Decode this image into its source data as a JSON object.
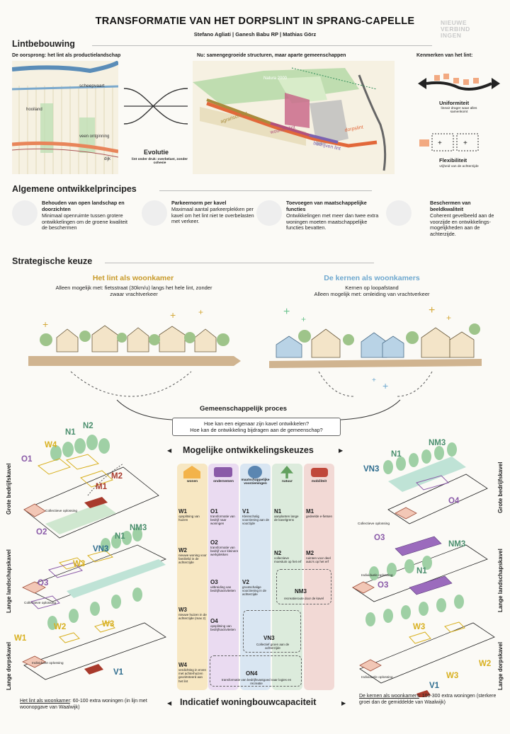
{
  "header": {
    "title": "TRANSFORMATIE VAN HET DORPSLINT IN SPRANG-CAPELLE",
    "authors": "Stefano Agliati | Ganesh Babu RP | Mathias Görz",
    "logo": [
      "NIEUWE",
      "VERBIND",
      "INGEN"
    ]
  },
  "lint": {
    "section_title": "Lintbebouwing",
    "origin_title": "De oorsprong: het lint als productielandschap",
    "now_title": "Nu: samengegroeide structuren, maar aparte gemeenschappen",
    "features_title": "Kenmerken van het lint:",
    "map_labels": {
      "scheepvaart": "scheepvaart",
      "hooiland": "hooiland",
      "veen": "veen ontginning",
      "dijk": "dijk"
    },
    "now_labels": {
      "natura": "Natura 2000",
      "agrarisch": "agrarisch lint",
      "woonerf": "woonerf lint",
      "bedrijven": "bedrijven lint",
      "dorpslint": "dorpslint"
    },
    "evolutie_title": "Evolutie",
    "evolutie_sub": "lint onder druk: overbelast, zonder cohesie",
    "uniformiteit_title": "Uniformiteit",
    "uniformiteit_sub": "lineair drager waar alles samenkomt",
    "flexibiliteit_title": "Flexibiliteit",
    "flexibiliteit_sub": "vrijheid van de achterzijde"
  },
  "principles": {
    "section_title": "Algemene ontwikkelprincipes",
    "items": [
      {
        "title": "Behouden van open landschap en doorzichten",
        "text": "Minimaal openruimte tussen grotere ontwikkelingen om de groene kwaliteit de beschermen"
      },
      {
        "title": "Parkeernorm per kavel",
        "text": "Maximaal aantal parkeerplekken per kavel om het lint niet te overbelasten met verkeer."
      },
      {
        "title": "Toevoegen van maatschappelijke functies",
        "text": "Ontwikkelingen met meer dan twee extra woningen moeten maatschappelijke functies bevatten."
      },
      {
        "title": "Beschermen van beeldkwaliteit",
        "text": "Coherent gevelbeeld aan de voorzijde en ontwikkelings-mogelijkheden aan de achterzijde."
      }
    ]
  },
  "strategic": {
    "section_title": "Strategische keuze",
    "left_title": "Het lint als woonkamer",
    "left_text": "Alleen mogelijk met: fietsstraat (30km/u) langs het hele lint, zonder zwaar vrachtverkeer",
    "right_title": "De kernen als woonkamers",
    "right_text1": "Kernen op loopafstand",
    "right_text2": "Alleen mogelijk met: omleiding van vrachtverkeer",
    "process_title": "Gemeenschappelijk proces",
    "question1": "Hoe kan een eigenaar zijn kavel ontwikkelen?",
    "question2": "Hoe kan de ontwikkeling bijdragen aan de gemeenschap?",
    "colors": {
      "left": "#c89a2a",
      "right": "#6ea8cf"
    }
  },
  "options": {
    "title": "Mogelijke ontwikkelingskeuzes",
    "capacity_title": "Indicatief woningbouwcapaciteit",
    "columns": [
      {
        "label": "wonen",
        "color": "#f7e7c2"
      },
      {
        "label": "ondernemen",
        "color": "#eadbf1"
      },
      {
        "label": "maatschappelijke voorzieningen",
        "color": "#d9e6f2"
      },
      {
        "label": "natuur",
        "color": "#dcebdc"
      },
      {
        "label": "mobiliteit",
        "color": "#f2d9d5"
      }
    ],
    "codes": {
      "W1": {
        "code": "W1",
        "desc": "opsplitsing van huizen"
      },
      "W2": {
        "code": "W2",
        "desc": "nieuwe woning voor familielid in de achterzijde"
      },
      "W3": {
        "code": "W3",
        "desc": "nieuwe huizen in de achterzijde (max 2)"
      },
      "W4": {
        "code": "W4",
        "desc": "verdichting in erven met achterhuizen georiënteerd aan het lint"
      },
      "O1": {
        "code": "O1",
        "desc": "transformatie van bedrijf naar woningen"
      },
      "O2": {
        "code": "O2",
        "desc": "transformatie van bedrijf voor kleinere werkplekken"
      },
      "O3": {
        "code": "O3",
        "desc": "uitbreiding van bedrijfsactiviteiten"
      },
      "O4": {
        "code": "O4",
        "desc": "opsplitsing van bedrijfsactiviteiten"
      },
      "V1": {
        "code": "V1",
        "desc": "Kleinschalig voorziening aan de voorzijde"
      },
      "V2": {
        "code": "V2",
        "desc": "grootschalige voorziening in de achterzijde"
      },
      "N1": {
        "code": "N1",
        "desc": "aanplanten lange de kavelgrens"
      },
      "N2": {
        "code": "N2",
        "desc": "collectieve moestuin op het erf"
      },
      "M1": {
        "code": "M1",
        "desc": "gedeelde e-fietsen"
      },
      "M2": {
        "code": "M2",
        "desc": "ruimten voor deel auto's op het erf"
      },
      "NM3": {
        "code": "NM3",
        "desc": "recreatieroute door de kavel"
      },
      "VN3": {
        "code": "VN3",
        "desc": "Collectief groen aan de achterzijde"
      },
      "ON4": {
        "code": "ON4",
        "desc": "transformatie van bedrijfsvastgoed naar logies en recreatie"
      }
    }
  },
  "plots": {
    "left_labels": [
      "Grote bedrijfskavel",
      "Lange landschapskavel",
      "Lange dorpskavel"
    ],
    "right_labels": [
      "Grote bedrijfskavel",
      "Lange landschapskavel",
      "Lange dorpskavel"
    ],
    "left_codes": {
      "O1": "O1",
      "W4": "W4",
      "N1": "N1",
      "N2": "N2",
      "M2": "M2",
      "M1": "M1",
      "O2": "O2",
      "NM3": "NM3",
      "VN3": "VN3",
      "N1b": "N1",
      "W3": "W3",
      "O3": "O3",
      "W1": "W1",
      "W2": "W2",
      "W3b": "W3",
      "V1": "V1"
    },
    "right_codes": {
      "N1": "N1",
      "NM3": "NM3",
      "VN3": "VN3",
      "O4": "O4",
      "O3": "O3",
      "NM3b": "NM3",
      "N1b": "N1",
      "O3b": "O3",
      "W3": "W3",
      "W2": "W2",
      "W3b": "W3",
      "V1": "V1"
    },
    "tags": {
      "collectief": "Collectieve oplossing",
      "individueel": "Individuele oplossing"
    },
    "left_summary_strong": "Het lint als woonkamer",
    "left_summary": ": 60-100 extra woningen (in lijn met woonopgave van Waalwijk)",
    "right_summary_strong": "De kernen als woonkamers",
    "right_summary": ": 100-300 extra woningen (sterkere groei dan de gemiddelde van Waalwijk)"
  }
}
